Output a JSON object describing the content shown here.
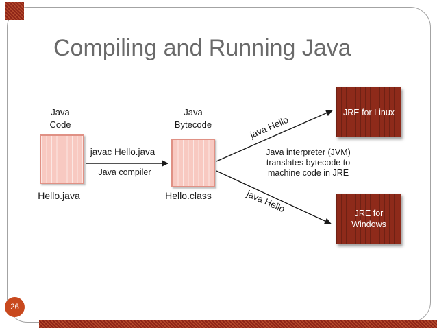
{
  "title": "Compiling and Running Java",
  "page_number": "26",
  "diagram": {
    "source_box": {
      "top_label": [
        "Java",
        "Code"
      ],
      "bottom_label": "Hello.java"
    },
    "compile_step": {
      "command": "javac Hello.java",
      "tool": "Java compiler"
    },
    "bytecode_box": {
      "top_label": [
        "Java",
        "Bytecode"
      ],
      "bottom_label": "Hello.class"
    },
    "run_linux": {
      "command": "java Hello",
      "target": "JRE for Linux"
    },
    "run_windows": {
      "command": "java Hello",
      "target": [
        "JRE for",
        "Windows"
      ]
    },
    "jvm_note": [
      "Java interpreter (JVM)",
      "translates bytecode to",
      "machine code in JRE"
    ]
  },
  "colors": {
    "accent_dark_red": "#8e2a1a",
    "accent_orange": "#c8491e",
    "pink_box_fill": "#f8c9c1",
    "pink_box_border": "#e09185",
    "title_gray": "#6a6a6a",
    "frame_gray": "#a3a3a3",
    "arrow_black": "#1a1a1a"
  }
}
